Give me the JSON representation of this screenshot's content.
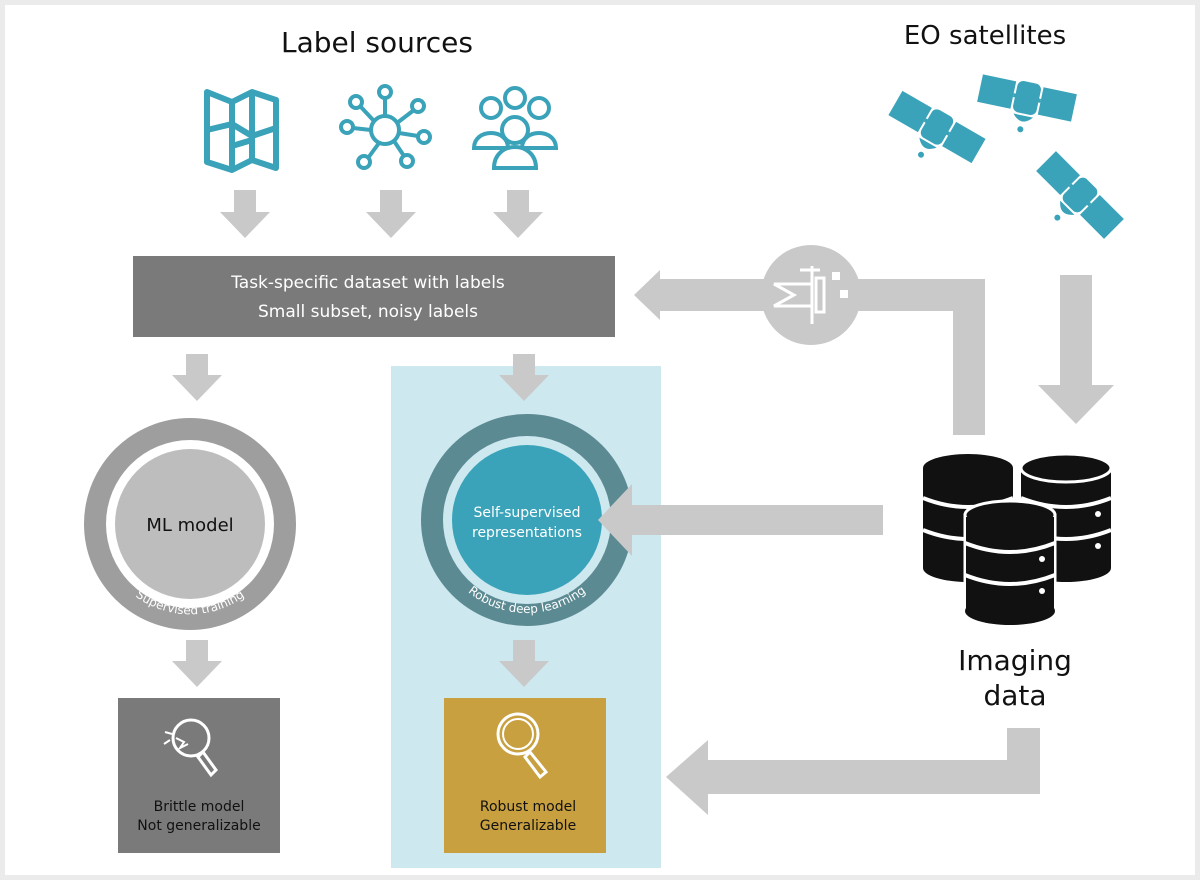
{
  "header": {
    "label_sources": "Label sources",
    "eo_satellites": "EO satellites"
  },
  "dataset_box": {
    "line1": "Task-specific dataset with labels",
    "line2": "Small subset, noisy labels"
  },
  "left_model": {
    "center": "ML model",
    "ring": "Supervised training"
  },
  "center_model": {
    "center_line1": "Self-supervised",
    "center_line2": "representations",
    "ring": "Robust deep learning"
  },
  "imaging": {
    "line1": "Imaging",
    "line2": "data"
  },
  "brittle": {
    "line1": "Brittle model",
    "line2": "Not generalizable"
  },
  "robust": {
    "line1": "Robust model",
    "line2": "Generalizable"
  },
  "icons": [
    "map-icon",
    "network-icon",
    "people-group-icon",
    "satellite-icon",
    "filter-icon",
    "database-icon",
    "broken-magnifier-icon",
    "magnifier-icon"
  ],
  "colors": {
    "teal": "#3aa3b9",
    "dark_gray_box": "#7a7a7a",
    "arrow_gray": "#c9c9c9",
    "light_blue_panel": "#cde8ef",
    "ring_teal": "#5c8a93",
    "gold": "#c8a040",
    "ring_gray": "#9e9e9e",
    "inner_gray": "#bdbdbd"
  }
}
